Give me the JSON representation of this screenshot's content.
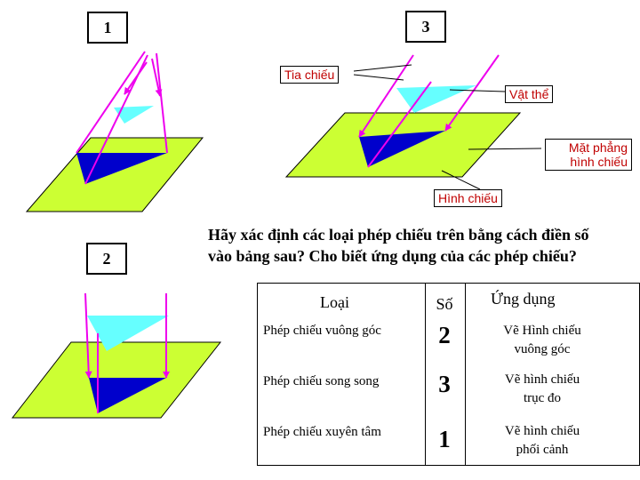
{
  "figure_labels": {
    "fig1": "1",
    "fig2": "2",
    "fig3": "3"
  },
  "callouts": {
    "tia_chieu": "Tia chiếu",
    "vat_the": "Vật thể",
    "mat_phang_1": "Mặt phẳng",
    "mat_phang_2": "hình chiếu",
    "hinh_chieu": "Hình chiếu"
  },
  "question": {
    "line1": "Hãy xác định các loại phép chiếu trên bằng cách điền số",
    "line2": "vào bảng sau? Cho biết ứng dụng của các phép chiếu?"
  },
  "table": {
    "headers": {
      "type": "Loại",
      "number": "Số",
      "application": "Ứng dụng"
    },
    "rows": [
      {
        "type": "Phép chiếu vuông góc",
        "number": "2",
        "app_line1": "Vẽ Hình chiếu",
        "app_line2": "vuông góc"
      },
      {
        "type": "Phép chiếu song song",
        "number": "3",
        "app_line1": "Vẽ hình chiếu",
        "app_line2": "trục đo"
      },
      {
        "type": "Phép chiếu xuyên tâm",
        "number": "1",
        "app_line1": "Vẽ hình chiếu",
        "app_line2": "phối cảnh"
      }
    ]
  },
  "colors": {
    "plane": "#ccff33",
    "object": "#66ffff",
    "projection": "#0000cc",
    "ray": "#ee00ee",
    "callout_text": "#c00000"
  }
}
